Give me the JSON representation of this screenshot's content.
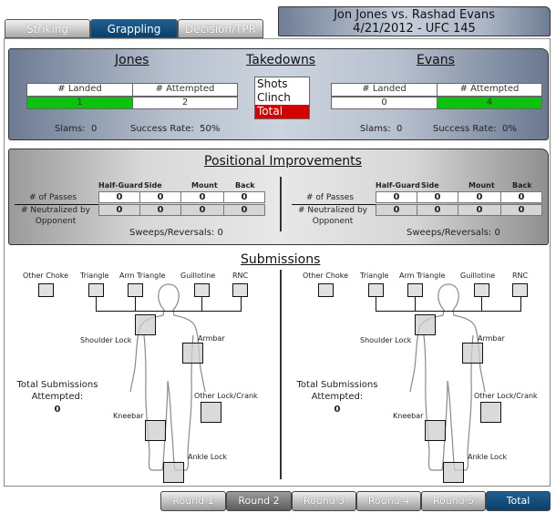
{
  "tabs": [
    {
      "label": "Striking",
      "active": false
    },
    {
      "label": "Grappling",
      "active": true
    },
    {
      "label": "Decision/TPR",
      "active": false
    }
  ],
  "title": {
    "line1": "Jon Jones vs. Rashad Evans",
    "line2": "4/21/2012 - UFC 145"
  },
  "takedowns": {
    "heading": "Takedowns",
    "filter_options": [
      "Shots",
      "Clinch",
      "Total"
    ],
    "selected_filter": "Total",
    "fighters": [
      {
        "name": "Jones",
        "landed_label": "# Landed",
        "attempted_label": "# Attempted",
        "landed": "1",
        "attempted": "2",
        "highlight": "landed",
        "slams_label": "Slams:",
        "slams": "0",
        "success_label": "Success Rate:",
        "success": "50%"
      },
      {
        "name": "Evans",
        "landed_label": "# Landed",
        "attempted_label": "# Attempted",
        "landed": "0",
        "attempted": "4",
        "highlight": "attempted",
        "slams_label": "Slams:",
        "slams": "0",
        "success_label": "Success Rate:",
        "success": "0%"
      }
    ]
  },
  "positional": {
    "heading": "Positional Improvements",
    "columns": [
      "Half-Guard",
      "Side",
      "Mount",
      "Back"
    ],
    "row_labels": {
      "passes": "# of Passes",
      "neutralized": "# Neutralized by Opponent",
      "neutralized_l1": "# Neutralized by",
      "neutralized_l2": "Opponent"
    },
    "fighters": [
      {
        "passes": [
          "0",
          "0",
          "0",
          "0"
        ],
        "neutralized": [
          "0",
          "0",
          "0",
          "0"
        ],
        "sweeps_label": "Sweeps/Reversals:",
        "sweeps": "0"
      },
      {
        "passes": [
          "0",
          "0",
          "0",
          "0"
        ],
        "neutralized": [
          "0",
          "0",
          "0",
          "0"
        ],
        "sweeps_label": "Sweeps/Reversals:",
        "sweeps": "0"
      }
    ]
  },
  "submissions": {
    "heading": "Submissions",
    "labels": {
      "other_choke": "Other Choke",
      "triangle": "Triangle",
      "arm_triangle": "Arm Triangle",
      "guillotine": "Guillotine",
      "rnc": "RNC",
      "shoulder_lock": "Shoulder Lock",
      "armbar": "Armbar",
      "other_lock": "Other Lock/Crank",
      "kneebar": "Kneebar",
      "ankle_lock": "Ankle Lock"
    },
    "total_label_l1": "Total Submissions",
    "total_label_l2": "Attempted:",
    "fighters": [
      {
        "total": "0"
      },
      {
        "total": "0"
      }
    ]
  },
  "rounds": [
    {
      "label": "Round 1",
      "state": "normal"
    },
    {
      "label": "Round 2",
      "state": "dark"
    },
    {
      "label": "Round 3",
      "state": "normal"
    },
    {
      "label": "Round 4",
      "state": "normal"
    },
    {
      "label": "Round 5",
      "state": "normal"
    },
    {
      "label": "Total",
      "state": "active"
    }
  ],
  "colors": {
    "accent_blue": "#0b3f6b",
    "highlight_green": "#0cc20c",
    "selected_red": "#d50000"
  }
}
